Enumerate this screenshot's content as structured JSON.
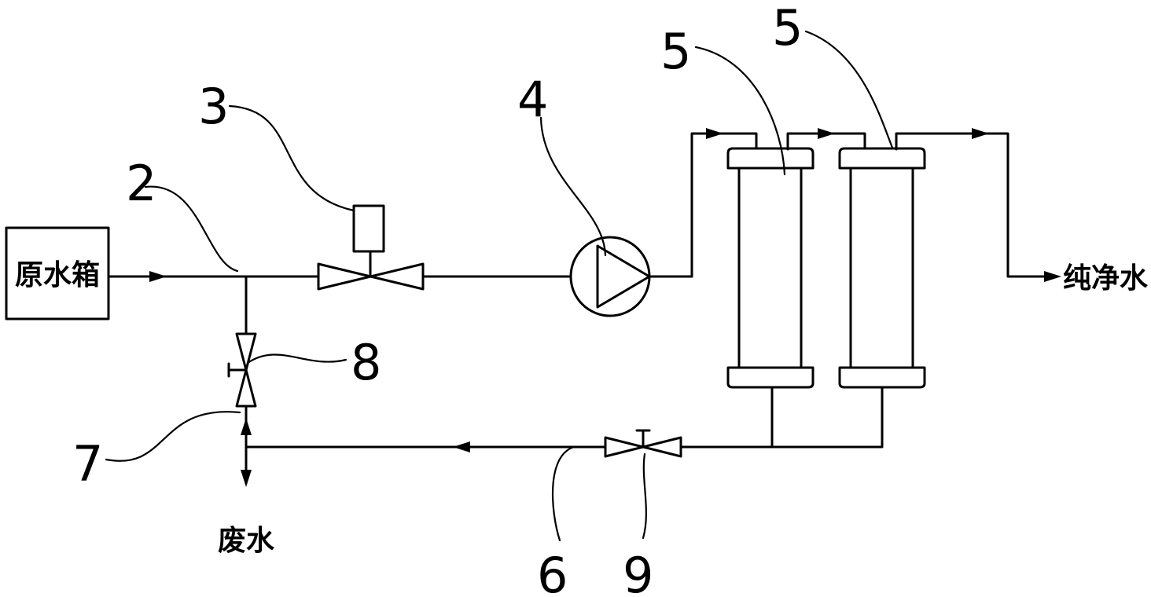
{
  "labels": {
    "raw_water_tank": "原水箱",
    "pure_water": "纯净水",
    "waste_water": "废水"
  },
  "callouts": {
    "n2": "2",
    "n3": "3",
    "n4": "4",
    "n5a": "5",
    "n5b": "5",
    "n6": "6",
    "n7": "7",
    "n8": "8",
    "n9": "9"
  }
}
